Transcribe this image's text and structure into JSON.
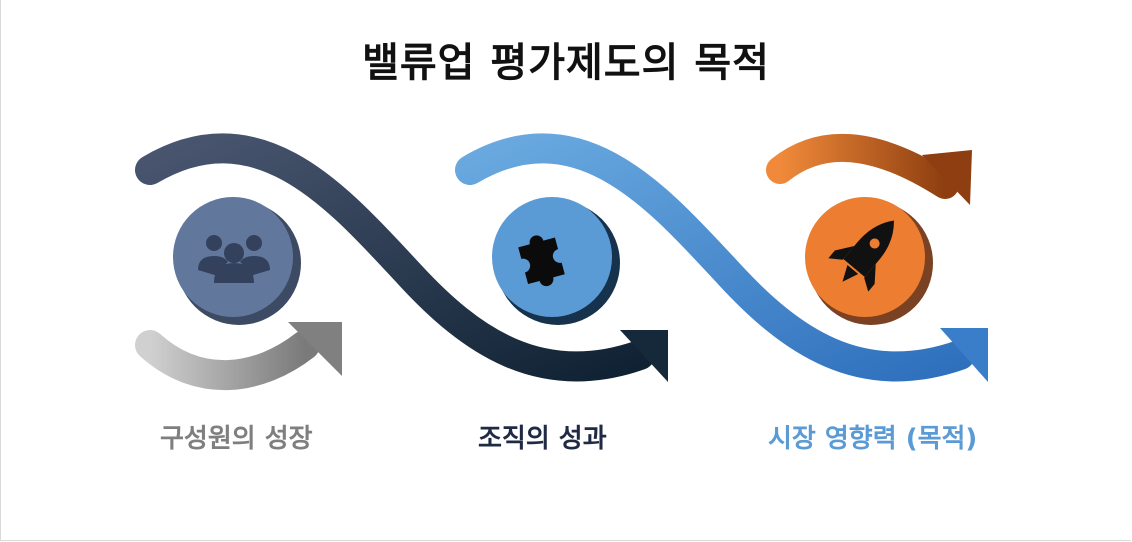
{
  "title": "밸류업 평가제도의 목적",
  "stages": [
    {
      "label": "구성원의 성장",
      "icon": "people-group-icon",
      "color": "#7f7f7f",
      "circle_color": "#61779c"
    },
    {
      "label": "조직의 성과",
      "icon": "puzzle-piece-icon",
      "color": "#1f2a44",
      "circle_color": "#5b9bd5"
    },
    {
      "label": "시장 영향력 (목적)",
      "icon": "rocket-icon",
      "color": "#5b9bd5",
      "circle_color": "#ed7d31"
    }
  ],
  "colors": {
    "gray_arrow": "#9a9a9a",
    "navy_wave": "#33415c",
    "blue_wave": "#4f8fd0",
    "orange_arrow": "#d9681e"
  }
}
